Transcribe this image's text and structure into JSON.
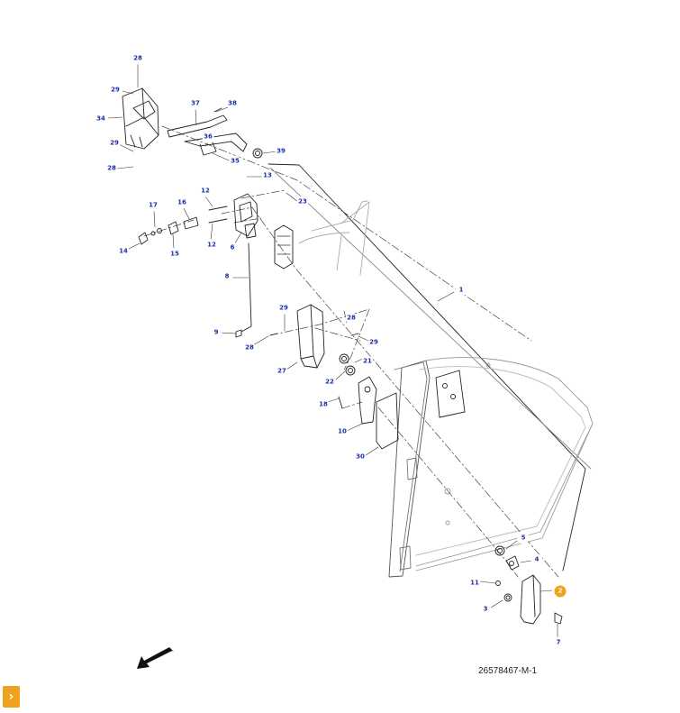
{
  "diagram": {
    "drawing_number": "26578467-M-1",
    "highlight_color": "#f0a21e",
    "callout_color": "#1a2fa8",
    "callouts": [
      {
        "label": "28"
      },
      {
        "label": "29"
      },
      {
        "label": "34"
      },
      {
        "label": "29"
      },
      {
        "label": "28"
      },
      {
        "label": "37"
      },
      {
        "label": "38"
      },
      {
        "label": "36"
      },
      {
        "label": "35"
      },
      {
        "label": "39"
      },
      {
        "label": "13"
      },
      {
        "label": "12"
      },
      {
        "label": "23"
      },
      {
        "label": "17"
      },
      {
        "label": "16"
      },
      {
        "label": "14"
      },
      {
        "label": "15"
      },
      {
        "label": "12"
      },
      {
        "label": "6"
      },
      {
        "label": "8"
      },
      {
        "label": "1"
      },
      {
        "label": "29"
      },
      {
        "label": "9"
      },
      {
        "label": "28"
      },
      {
        "label": "28"
      },
      {
        "label": "29"
      },
      {
        "label": "27"
      },
      {
        "label": "21"
      },
      {
        "label": "22"
      },
      {
        "label": "18"
      },
      {
        "label": "10"
      },
      {
        "label": "30"
      },
      {
        "label": "5"
      },
      {
        "label": "4"
      },
      {
        "label": "11"
      },
      {
        "label": "2",
        "highlighted": true
      },
      {
        "label": "3"
      },
      {
        "label": "7"
      }
    ]
  },
  "controls": {
    "expand_icon": "chevron-right-icon",
    "expand_symbol": "›"
  }
}
